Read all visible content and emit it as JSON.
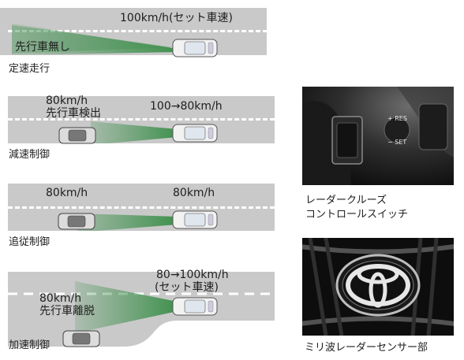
{
  "panels": [
    {
      "id": "constant",
      "speed_right": "100km/h(セット車速)",
      "left_label": "先行車無し",
      "caption": "定速走行"
    },
    {
      "id": "decel",
      "left_speed": "80km/h",
      "left_label": "先行車検出",
      "right_speed": "100→80km/h",
      "caption": "減速制御"
    },
    {
      "id": "follow",
      "left_speed": "80km/h",
      "right_speed": "80km/h",
      "caption": "追従制御"
    },
    {
      "id": "accel",
      "right_speed": "80→100km/h",
      "right_sub": "(セット車速)",
      "left_speed": "80km/h",
      "left_label": "先行車離脱",
      "caption": "加速制御"
    }
  ],
  "photos": {
    "switch": {
      "caption_line1": "レーダークルーズ",
      "caption_line2": "コントロールスイッチ",
      "labels": {
        "res": "+ RES",
        "set": "− SET"
      }
    },
    "sensor": {
      "caption": "ミリ波レーダーセンサー部"
    }
  },
  "colors": {
    "road": "#c9c9c9",
    "beam": "#3f8f4e",
    "lane": "#ffffff"
  }
}
